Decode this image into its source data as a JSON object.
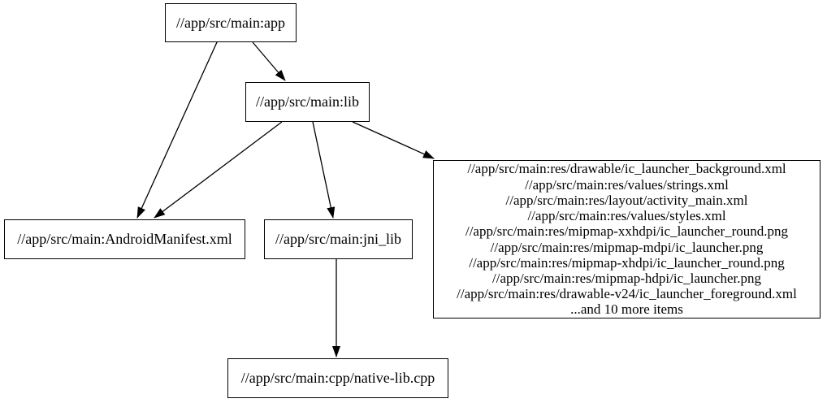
{
  "diagram": {
    "type": "directed-dependency-graph",
    "background_color": "#ffffff",
    "node_border_color": "#000000",
    "edge_color": "#000000",
    "text_color": "#000000"
  },
  "nodes": {
    "app": {
      "label": "//app/src/main:app"
    },
    "lib": {
      "label": "//app/src/main:lib"
    },
    "manifest": {
      "label": "//app/src/main:AndroidManifest.xml"
    },
    "jni_lib": {
      "label": "//app/src/main:jni_lib"
    },
    "native_cpp": {
      "label": "//app/src/main:cpp/native-lib.cpp"
    },
    "res_group": {
      "lines": [
        "//app/src/main:res/drawable/ic_launcher_background.xml",
        "//app/src/main:res/values/strings.xml",
        "//app/src/main:res/layout/activity_main.xml",
        "//app/src/main:res/values/styles.xml",
        "//app/src/main:res/mipmap-xxhdpi/ic_launcher_round.png",
        "//app/src/main:res/mipmap-mdpi/ic_launcher.png",
        "//app/src/main:res/mipmap-xhdpi/ic_launcher_round.png",
        "//app/src/main:res/mipmap-hdpi/ic_launcher.png",
        "//app/src/main:res/drawable-v24/ic_launcher_foreground.xml",
        "...and 10 more items"
      ]
    }
  },
  "edges": [
    {
      "from": "app",
      "to": "lib"
    },
    {
      "from": "app",
      "to": "manifest"
    },
    {
      "from": "lib",
      "to": "manifest"
    },
    {
      "from": "lib",
      "to": "jni_lib"
    },
    {
      "from": "lib",
      "to": "res_group"
    },
    {
      "from": "jni_lib",
      "to": "native_cpp"
    }
  ]
}
